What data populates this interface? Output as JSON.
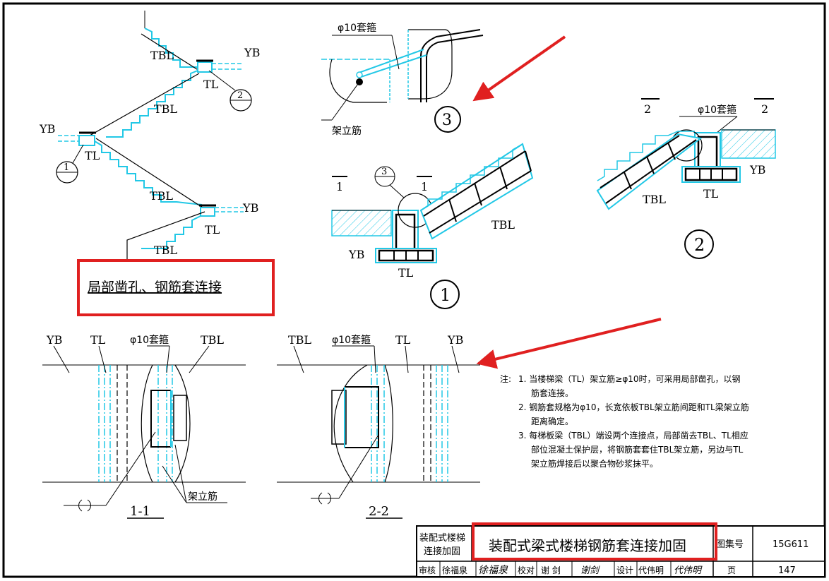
{
  "labels": {
    "tbl": "TBL",
    "tl": "TL",
    "yb": "YB",
    "phi10_sleeve": "φ10套箍",
    "erecting_bar": "架立筋",
    "callout_1": "1",
    "callout_2": "2",
    "callout_3": "3",
    "detail_1": "1",
    "detail_2": "2",
    "detail_3": "3",
    "section_1_marker": "1",
    "section_2_marker": "2",
    "section_1_1": "1-1",
    "section_2_2": "2-2"
  },
  "left_caption": "局部凿孔、钢筋套连接",
  "notes": {
    "prefix": "注:",
    "items": [
      [
        "1. 当楼梯梁（TL）架立筋≥φ10时，可采用局部凿孔，以钢",
        "筋套连接。"
      ],
      [
        "2. 钢筋套规格为φ10，长宽依板TBL架立筋间距和TL梁架立筋",
        "距离确定。"
      ],
      [
        "3. 每梯板梁（TBL）端设两个连接点，局部凿去TBL、TL相应",
        "部位混凝土保护层，将钢筋套套住TBL架立筋，另边与TL",
        "架立筋焊接后以聚合物砂浆抹平。"
      ]
    ]
  },
  "title_block": {
    "category_line1": "装配式楼梯",
    "category_line2": "连接加固",
    "title": "装配式梁式楼梯钢筋套连接加固",
    "atlas_label": "图集号",
    "atlas_no": "15G611",
    "page_label": "页",
    "page_no": "147",
    "review_label": "审核",
    "review_name": "徐福泉",
    "review_sign": "徐福泉",
    "check_label": "校对",
    "check_name": "谢 剑",
    "check_sign": "谢剑",
    "design_label": "设计",
    "design_name": "代伟明",
    "design_sign": "代伟明"
  },
  "colors": {
    "line": "#000000",
    "cyan": "#22c8e6",
    "highlight_red": "#e02020",
    "hatch": "#22c8e6"
  }
}
